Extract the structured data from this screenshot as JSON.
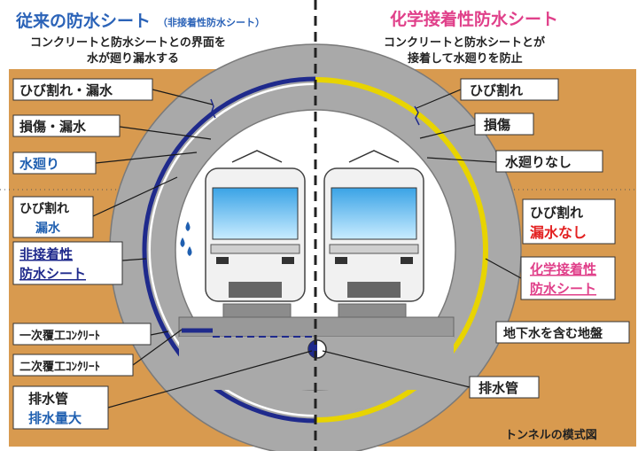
{
  "header": {
    "left": {
      "title": "従来の防水シート",
      "title_note": "（非接着性防水シート）",
      "desc_line1": "コンクリートと防水シートとの界面を",
      "desc_line2": "水が廻り漏水する"
    },
    "right": {
      "title": "化学接着性防水シート",
      "desc_line1": "コンクリートと防水シートとが",
      "desc_line2": "接着して水廻りを防止"
    }
  },
  "labels_left": {
    "crack_leak": "ひび割れ・漏水",
    "damage_leak": "損傷・漏水",
    "water_migration": "水廻り",
    "crack": "ひび割れ",
    "leak": "漏水",
    "sheet_line1": "非接着性",
    "sheet_line2": "防水シート",
    "primary_lining": "一次覆工ｺﾝｸﾘｰﾄ",
    "secondary_lining": "二次覆工ｺﾝｸﾘｰﾄ",
    "drain_pipe": "排水管",
    "drain_large": "排水量大"
  },
  "labels_right": {
    "crack": "ひび割れ",
    "damage": "損傷",
    "no_water_migration": "水廻りなし",
    "crack2": "ひび割れ",
    "no_leak": "漏水なし",
    "sheet_line1": "化学接着性",
    "sheet_line2": "防水シート",
    "ground": "地下水を含む地盤",
    "drain_pipe": "排水管"
  },
  "caption": "トンネルの模式図",
  "colors": {
    "ground": "#d89a4f",
    "concrete": "#a9a9a9",
    "title_left": "#2b63b8",
    "title_right": "#e0408a",
    "sheet_left": "#1f2a8c",
    "sheet_right": "#e8d400",
    "text_red": "#e32020",
    "text_blue": "#1f5fb0"
  }
}
